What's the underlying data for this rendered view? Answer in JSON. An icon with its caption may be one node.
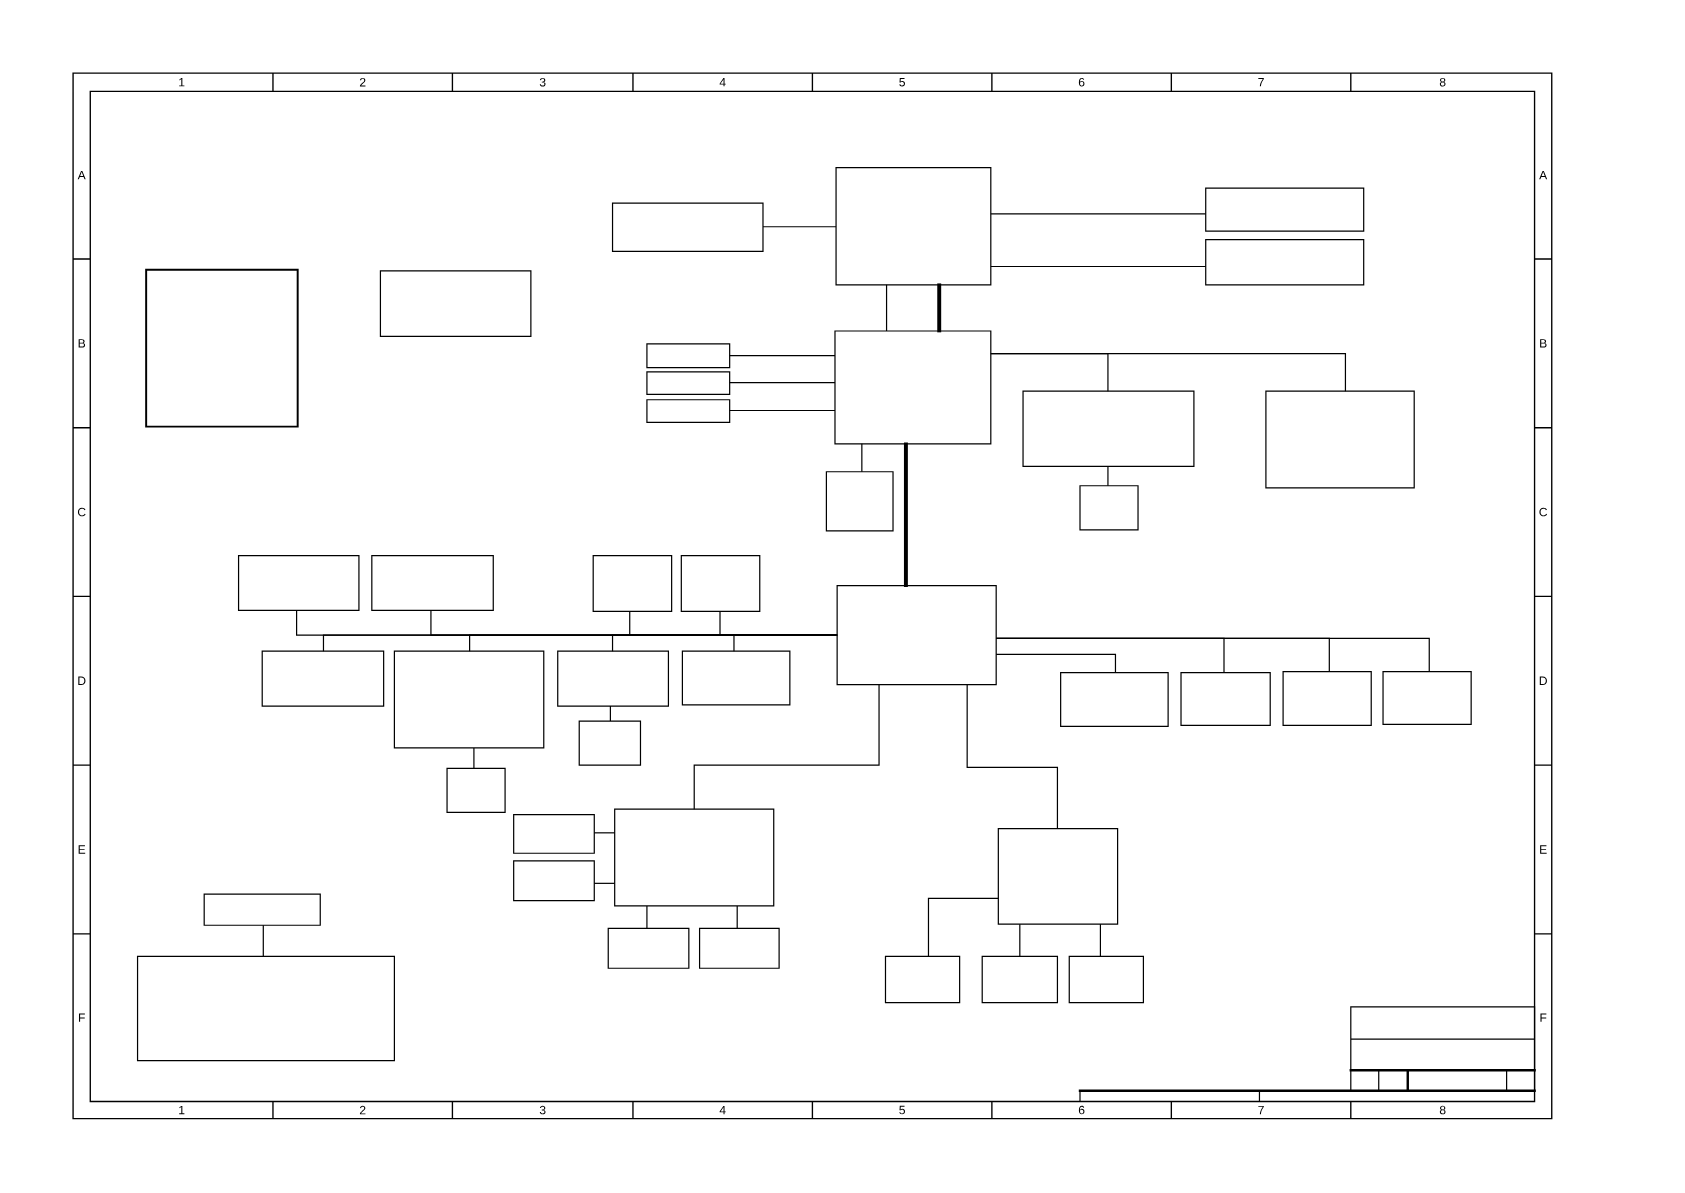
{
  "diagram": {
    "nodes": [
      {
        "text": [],
        "shape": "box"
      },
      {
        "text": [],
        "shape": "box"
      },
      {
        "text": [],
        "shape": "box"
      },
      {
        "text": [],
        "shape": "box"
      },
      {
        "text": [],
        "shape": "box"
      },
      {
        "text": [],
        "shape": "box"
      },
      {
        "text": [],
        "shape": "box"
      },
      {
        "text": [],
        "shape": "box"
      },
      {
        "text": [],
        "shape": "box"
      },
      {
        "text": [],
        "shape": "box"
      },
      {
        "text": [],
        "shape": "box"
      },
      {
        "text": [],
        "shape": "box"
      },
      {
        "text": [],
        "shape": "box"
      },
      {
        "text": [],
        "shape": "box"
      },
      {
        "text": [],
        "shape": "box"
      },
      {
        "text": [],
        "shape": "box"
      },
      {
        "text": [],
        "shape": "box"
      },
      {
        "text": [],
        "shape": "box"
      },
      {
        "text": [],
        "shape": "box"
      },
      {
        "text": [],
        "shape": "box"
      },
      {
        "text": [],
        "shape": "box"
      },
      {
        "text": [],
        "shape": "box"
      },
      {
        "text": [],
        "shape": "box"
      },
      {
        "text": [],
        "shape": "box"
      },
      {
        "text": [],
        "shape": "box"
      },
      {
        "text": [],
        "shape": "box"
      },
      {
        "text": [],
        "shape": "box"
      },
      {
        "text": [],
        "shape": "box"
      },
      {
        "text": [],
        "shape": "box"
      },
      {
        "text": [],
        "shape": "box"
      },
      {
        "text": [],
        "shape": "box"
      },
      {
        "text": [],
        "shape": "box"
      },
      {
        "text": [],
        "shape": "box"
      },
      {
        "text": [],
        "shape": "box"
      },
      {
        "text": [],
        "shape": "box"
      },
      {
        "text": [],
        "shape": "box"
      },
      {
        "text": [],
        "shape": "box"
      },
      {
        "text": [],
        "shape": "box"
      },
      {
        "text": [],
        "shape": "box"
      },
      {
        "text": [],
        "shape": "box"
      }
    ],
    "edges": [
      {
        "from": 0,
        "to": 1,
        "arrow": "none"
      },
      {
        "from": 1,
        "to": 2,
        "arrow": "none"
      },
      {
        "from": 1,
        "to": 3,
        "arrow": "none"
      },
      {
        "from": 1,
        "to": 6,
        "arrow": "none"
      },
      {
        "from": 1,
        "to": 6,
        "arrow": "none",
        "style": "thick"
      },
      {
        "from": 7,
        "to": 6,
        "arrow": "none"
      },
      {
        "from": 8,
        "to": 6,
        "arrow": "none"
      },
      {
        "from": 9,
        "to": 6,
        "arrow": "none"
      },
      {
        "from": 6,
        "to": 10,
        "arrow": "none"
      },
      {
        "from": 6,
        "to": 11,
        "arrow": "none"
      },
      {
        "from": 6,
        "to": 12,
        "arrow": "none"
      },
      {
        "from": 6,
        "to": 18,
        "arrow": "none",
        "style": "thick"
      },
      {
        "from": 10,
        "to": 13,
        "arrow": "none"
      },
      {
        "from": 18,
        "to": 14,
        "arrow": "none"
      },
      {
        "from": 18,
        "to": 15,
        "arrow": "none"
      },
      {
        "from": 18,
        "to": 16,
        "arrow": "none"
      },
      {
        "from": 18,
        "to": 17,
        "arrow": "none"
      },
      {
        "from": 18,
        "to": 19,
        "arrow": "none"
      },
      {
        "from": 18,
        "to": 20,
        "arrow": "none"
      },
      {
        "from": 18,
        "to": 21,
        "arrow": "none"
      },
      {
        "from": 18,
        "to": 22,
        "arrow": "none"
      },
      {
        "from": 18,
        "to": 23,
        "arrow": "none"
      },
      {
        "from": 18,
        "to": 24,
        "arrow": "none"
      },
      {
        "from": 18,
        "to": 25,
        "arrow": "none"
      },
      {
        "from": 18,
        "to": 26,
        "arrow": "none"
      },
      {
        "from": 21,
        "to": 27,
        "arrow": "none"
      },
      {
        "from": 20,
        "to": 28,
        "arrow": "none"
      },
      {
        "from": 18,
        "to": 29,
        "arrow": "none"
      },
      {
        "from": 18,
        "to": 31,
        "arrow": "none"
      },
      {
        "from": 30,
        "to": 29,
        "arrow": "none"
      },
      {
        "from": 32,
        "to": 29,
        "arrow": "none"
      },
      {
        "from": 29,
        "to": 34,
        "arrow": "none"
      },
      {
        "from": 29,
        "to": 35,
        "arrow": "none"
      },
      {
        "from": 31,
        "to": 37,
        "arrow": "none"
      },
      {
        "from": 31,
        "to": 38,
        "arrow": "none"
      },
      {
        "from": 31,
        "to": 39,
        "arrow": "none"
      },
      {
        "from": 33,
        "to": 36,
        "arrow": "none"
      }
    ],
    "labels": [
      "1",
      "2",
      "3",
      "4",
      "5",
      "6",
      "7",
      "8",
      "A",
      "A",
      "B",
      "B",
      "C",
      "C",
      "D",
      "D",
      "E",
      "E",
      "F",
      "F",
      "1",
      "2",
      "3",
      "4",
      "5",
      "6",
      "7",
      "8"
    ]
  }
}
